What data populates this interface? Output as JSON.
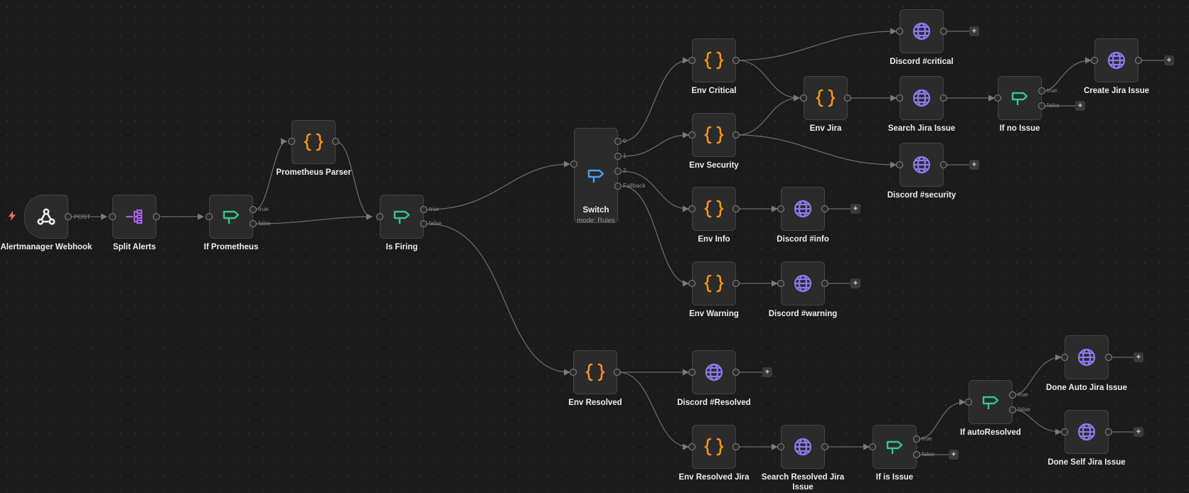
{
  "colors": {
    "background": "#1b1b1b",
    "node": "#2b2b2b",
    "edge": "#6b6b6b",
    "code": "#f7941d",
    "http": "#8b7cf0",
    "if": "#35c78b",
    "switch": "#4a9ff5",
    "split": "#a565e6",
    "trigger_bolt": "#ff6d5a"
  },
  "nodes": [
    {
      "id": "webhook",
      "label": "Alertmanager Webhook",
      "icon": "webhook-icon"
    },
    {
      "id": "split",
      "label": "Split Alerts",
      "icon": "split-out-icon"
    },
    {
      "id": "ifprom",
      "label": "If Prometheus",
      "icon": "if-signpost-icon"
    },
    {
      "id": "parser",
      "label": "Prometheus Parser",
      "icon": "code-braces-icon"
    },
    {
      "id": "firing",
      "label": "Is Firing",
      "icon": "if-signpost-icon"
    },
    {
      "id": "switch",
      "label": "Switch",
      "sub": "mode: Rules",
      "icon": "switch-signpost-icon"
    },
    {
      "id": "envcrit",
      "label": "Env Critical",
      "icon": "code-braces-icon"
    },
    {
      "id": "envsec",
      "label": "Env Security",
      "icon": "code-braces-icon"
    },
    {
      "id": "envinfo",
      "label": "Env Info",
      "icon": "code-braces-icon"
    },
    {
      "id": "envwarn",
      "label": "Env Warning",
      "icon": "code-braces-icon"
    },
    {
      "id": "discrit",
      "label": "Discord #critical",
      "icon": "globe-icon"
    },
    {
      "id": "envjira",
      "label": "Env Jira",
      "icon": "code-braces-icon"
    },
    {
      "id": "searchjira",
      "label": "Search Jira Issue",
      "icon": "globe-icon"
    },
    {
      "id": "ifnoissue",
      "label": "If no Issue",
      "icon": "if-signpost-icon"
    },
    {
      "id": "createjira",
      "label": "Create Jira Issue",
      "icon": "globe-icon"
    },
    {
      "id": "dissec",
      "label": "Discord #security",
      "icon": "globe-icon"
    },
    {
      "id": "disinfo",
      "label": "Discord #info",
      "icon": "globe-icon"
    },
    {
      "id": "diswarn",
      "label": "Discord #warning",
      "icon": "globe-icon"
    },
    {
      "id": "envres",
      "label": "Env Resolved",
      "icon": "code-braces-icon"
    },
    {
      "id": "disres",
      "label": "Discord #Resolved",
      "icon": "globe-icon"
    },
    {
      "id": "envresjira",
      "label": "Env Resolved Jira",
      "icon": "code-braces-icon"
    },
    {
      "id": "searchres",
      "label": "Search Resolved Jira Issue",
      "icon": "globe-icon"
    },
    {
      "id": "ifissue",
      "label": "If is Issue",
      "icon": "if-signpost-icon"
    },
    {
      "id": "ifauto",
      "label": "If autoResolved",
      "icon": "if-signpost-icon"
    },
    {
      "id": "doneauto",
      "label": "Done Auto Jira Issue",
      "icon": "globe-icon"
    },
    {
      "id": "doneself",
      "label": "Done Self Jira Issue",
      "icon": "globe-icon"
    }
  ],
  "edge_labels": {
    "post": "POST",
    "true": "true",
    "false": "false",
    "switch_outputs": [
      "0",
      "1",
      "2",
      "Fallback"
    ]
  },
  "add_button_symbol": "+"
}
